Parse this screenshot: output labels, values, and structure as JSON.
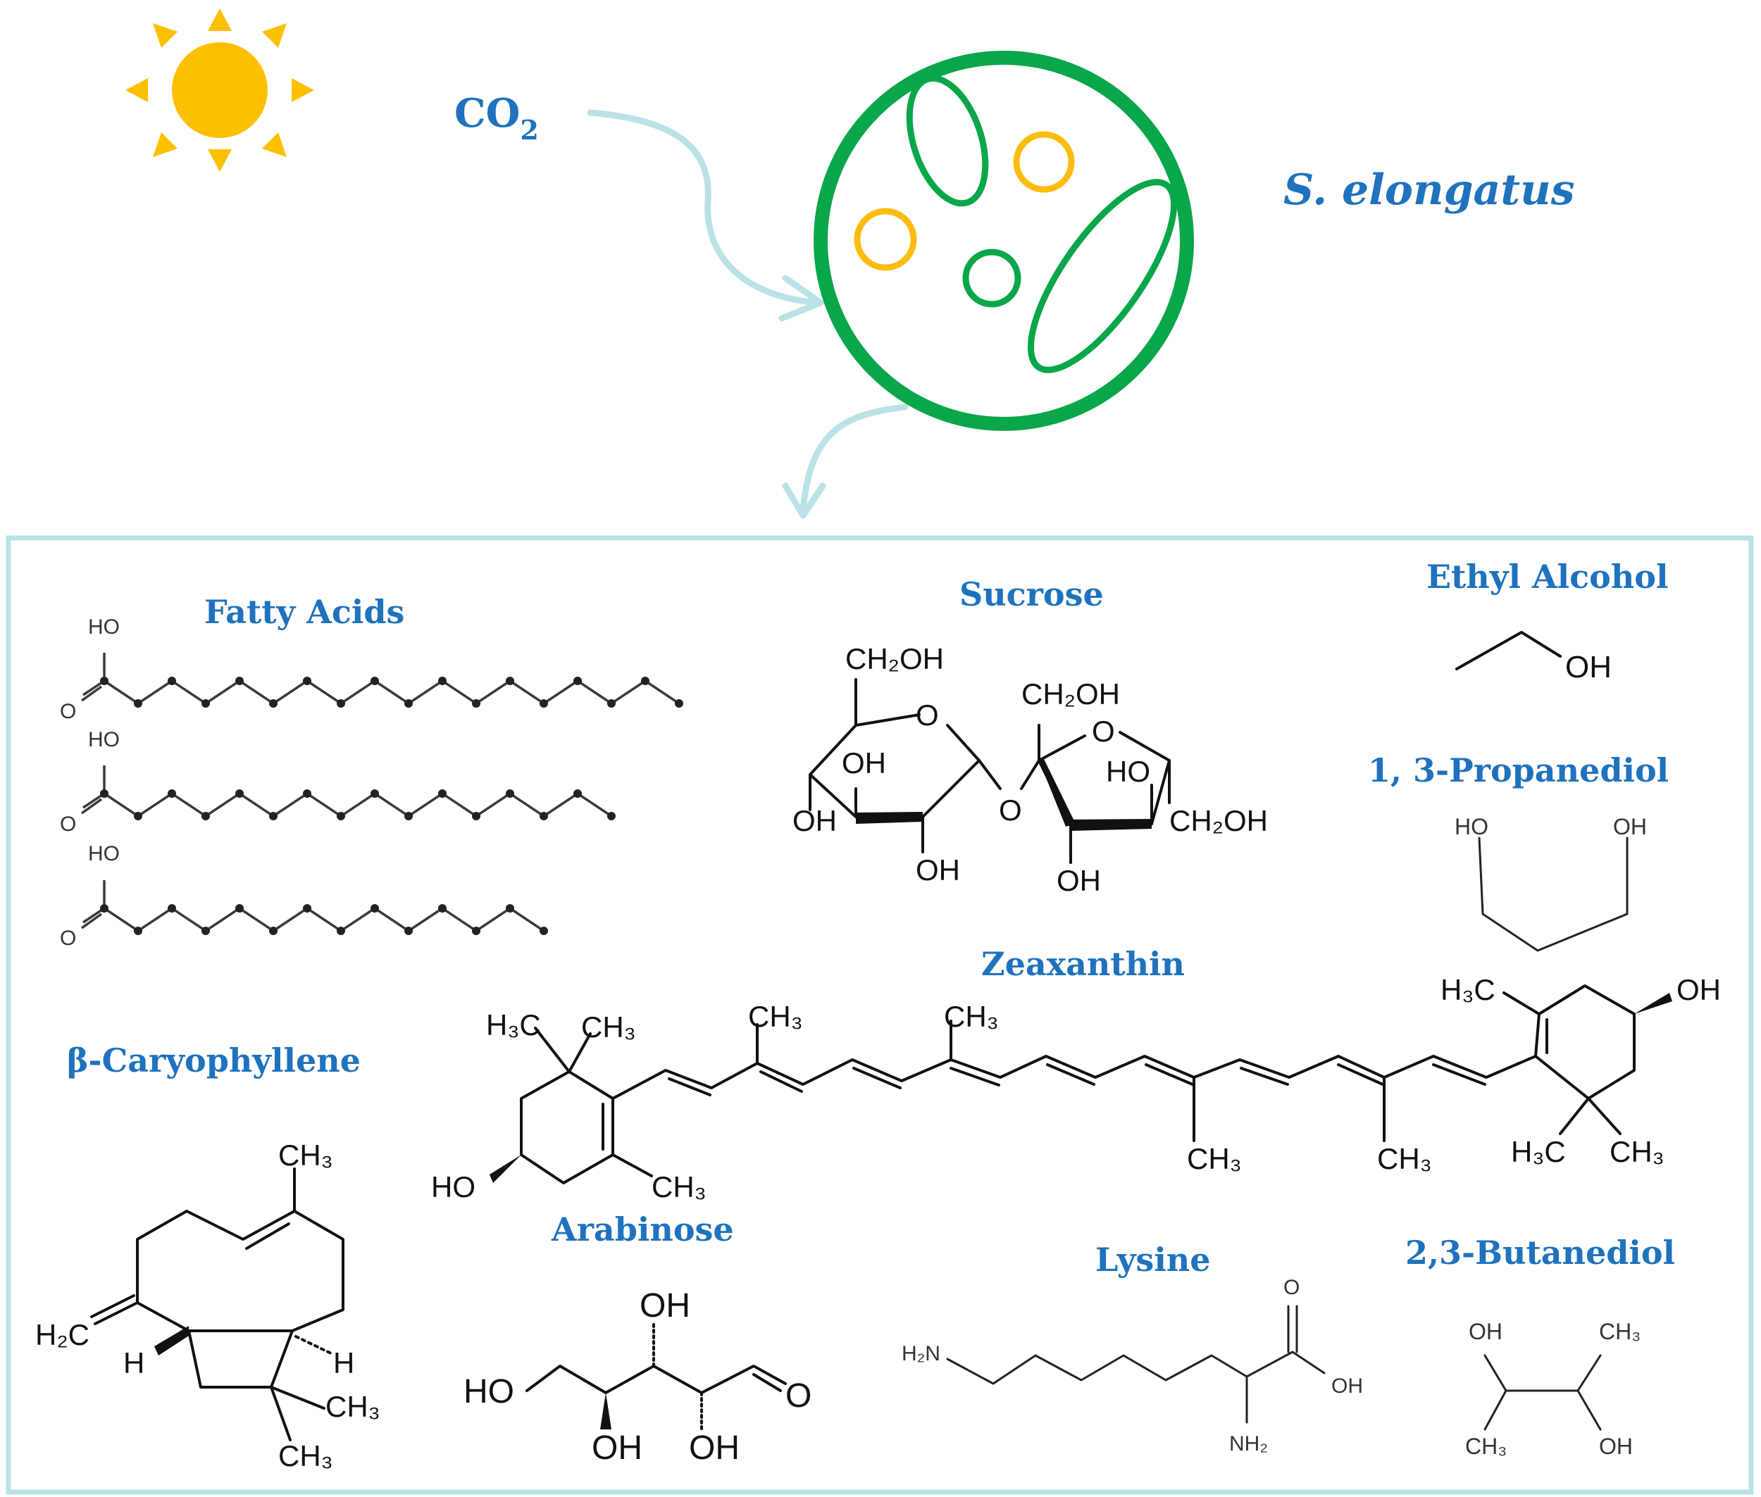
{
  "header": {
    "co2_main": "CO",
    "co2_sub": "2",
    "organism": "S. elongatus"
  },
  "products": {
    "fatty_acids": {
      "title": "Fatty Acids",
      "ho": "HO",
      "o": "O"
    },
    "sucrose": {
      "title": "Sucrose",
      "ch2oh": "CH₂OH",
      "o": "O",
      "oh": "OH",
      "ho": "HO"
    },
    "ethyl_alcohol": {
      "title": "Ethyl Alcohol",
      "oh": "OH"
    },
    "propanediol": {
      "title": "1, 3-Propanediol",
      "ho": "HO",
      "oh": "OH"
    },
    "zeaxanthin": {
      "title": "Zeaxanthin",
      "h3c": "H₃C",
      "ch3": "CH₃",
      "ho": "HO",
      "oh": "OH"
    },
    "caryophyllene": {
      "title": "β-Caryophyllene",
      "ch3": "CH₃",
      "h2c": "H₂C",
      "h": "H"
    },
    "arabinose": {
      "title": "Arabinose",
      "oh": "OH",
      "ho": "HO",
      "o": "O"
    },
    "lysine": {
      "title": "Lysine",
      "h2n": "H₂N",
      "nh2": "NH₂",
      "o": "O",
      "oh": "OH"
    },
    "butanediol": {
      "title": "2,3-Butanediol",
      "oh": "OH",
      "ch3": "CH₃"
    }
  },
  "colors": {
    "cell": "#0aa64a",
    "granule": "#fdbd10",
    "sun": "#fdc000",
    "arrow": "#b9e2e6",
    "box": "#b9e2e6",
    "title": "#1f72bd"
  },
  "icons": [
    "sun-icon",
    "cyanobacterium-cell-icon",
    "arrow-icon"
  ]
}
